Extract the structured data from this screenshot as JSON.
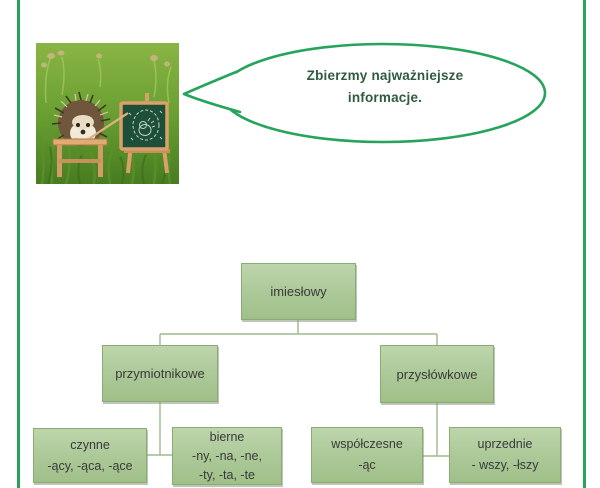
{
  "page": {
    "border_color": "#27a45b",
    "background": "#ffffff"
  },
  "illustration": {
    "description": "Hedgehog with a pointer stick at a tiny wooden chalkboard easel on grass"
  },
  "speech_bubble": {
    "line1": "Zbierzmy najważniejsze",
    "line2": "informacje.",
    "border_color": "#27a45b",
    "text_color": "#2f5b3e"
  },
  "diagram": {
    "root": {
      "label": "imiesłowy"
    },
    "branch_left": {
      "label": "przymiotnikowe"
    },
    "branch_right": {
      "label": "przysłówkowe"
    },
    "leaf_czynne": {
      "title": "czynne",
      "line2": "-ący, -ąca, -ące"
    },
    "leaf_bierne": {
      "title": "bierne",
      "line2": "-ny, -na, -ne,",
      "line3": "-ty, -ta, -te"
    },
    "leaf_wspolczesne": {
      "title": "współczesne",
      "line2": "-ąc"
    },
    "leaf_uprzednie": {
      "title": "uprzednie",
      "line2": "- wszy, -łszy"
    },
    "box_fill": "#abc897",
    "box_border": "#8aab75",
    "connector_color": "#9dba8b",
    "text_color": "#3a3a3a"
  }
}
